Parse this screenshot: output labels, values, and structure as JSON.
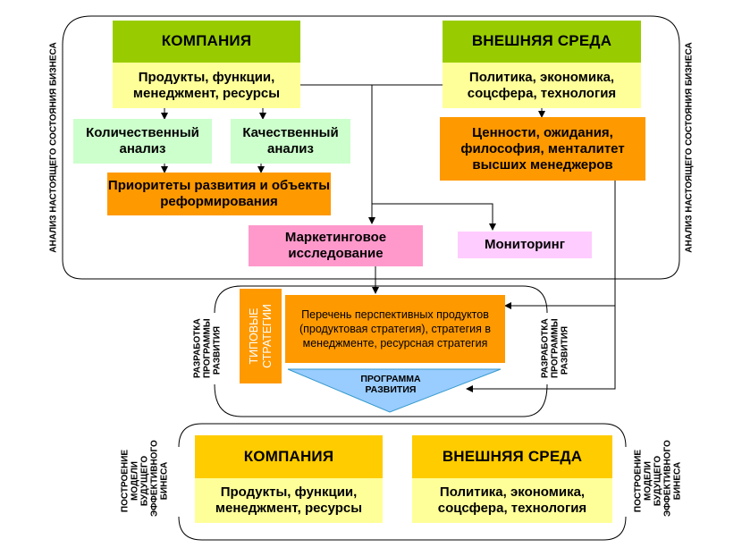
{
  "top": {
    "company_header": "КОМПАНИЯ",
    "company_body": "Продукты, функции, менеджмент, ресурсы",
    "env_header": "ВНЕШНЯЯ СРЕДА",
    "env_body": "Политика, экономика, соцсфера, технология",
    "quant": "Количественный анализ",
    "qual": "Качественный анализ",
    "priorities": "Приоритеты развития и объекты реформирования",
    "values": "Ценности, ожидания, философия, менталитет высших менеджеров",
    "marketing": "Маркетинговое исследование",
    "monitoring": "Мониторинг",
    "side_label": "АНАЛИЗ НАСТОЯЩЕГО СОСТОЯНИЯ БИЗНЕСА"
  },
  "middle": {
    "typical": "ТИПОВЫЕ СТРАТЕГИИ",
    "strategy_list": "Перечень перспективных продуктов (продуктовая стратегия), стратегия в менеджменте, ресурсная стратегия",
    "program": "ПРОГРАММА РАЗВИТИЯ",
    "side_label": "РАЗРАБОТКА ПРОГРАММЫ РАЗВИТИЯ"
  },
  "bottom": {
    "company_header": "КОМПАНИЯ",
    "company_body": "Продукты, функции, менеджмент, ресурсы",
    "env_header": "ВНЕШНЯЯ СРЕДА",
    "env_body": "Политика, экономика, соцсфера, технология",
    "side_label": "ПОСТРОЕНИЕ МОДЕЛИ БУДУЩЕГО ЭФФЕКТИВНОГО БИНЕСА"
  },
  "colors": {
    "green": "#99cc00",
    "light_yellow": "#ffff99",
    "light_green": "#ccffcc",
    "orange": "#ff9900",
    "pink": "#ff99cc",
    "light_pink": "#ffccff",
    "gold": "#ffcc00",
    "light_blue": "#99ccff"
  }
}
